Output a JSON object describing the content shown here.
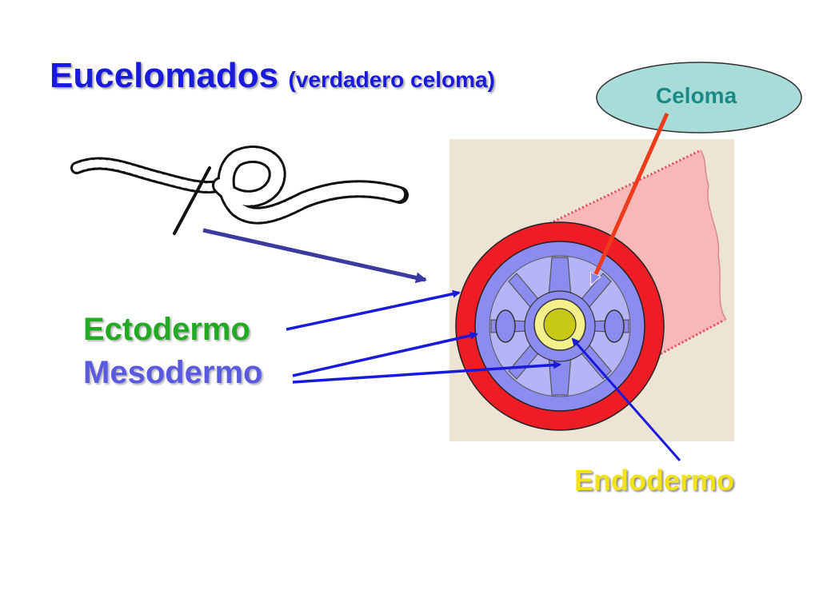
{
  "slide": {
    "title": "Eucelomados",
    "subtitle": "(verdadero celoma)"
  },
  "labels": {
    "ectodermo": "Ectodermo",
    "mesodermo": "Mesodermo",
    "endodermo": "Endodermo",
    "celoma": "Celoma"
  },
  "colors": {
    "title": "#1a1adc",
    "ectodermo": "#22aa22",
    "mesodermo": "#5a5ae0",
    "endodermo": "#f2e21a",
    "celoma_bubble": "#a8dcd8",
    "ectoderm_layer": "#ee1c24",
    "mesoderm_layer": "#8c8cf0",
    "endoderm_layer": "#f4f08c",
    "gut_lumen": "#c8c818",
    "tube_body": "#f8b8b8",
    "backdrop": "#ede4d4",
    "pointer_arrow": "#1a1adc",
    "celoma_arrow": "#ee3b1c",
    "worm_arrow": "#3a3aa0"
  },
  "icons": {
    "worm": "earthworm-illustration",
    "tube": "coelomate-body-cross-section"
  }
}
